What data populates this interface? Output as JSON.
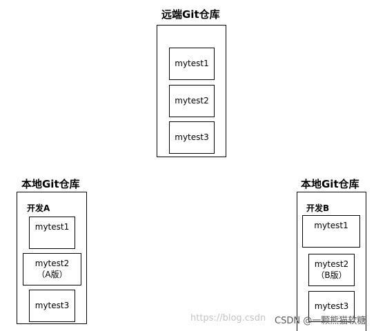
{
  "remote": {
    "title": "远端Git仓库",
    "files": [
      {
        "name": "mytest1"
      },
      {
        "name": "mytest2"
      },
      {
        "name": "mytest3"
      }
    ]
  },
  "local_a": {
    "title": "本地Git仓库",
    "label": "开发A",
    "files": [
      {
        "name": "mytest1",
        "note": ""
      },
      {
        "name": "mytest2",
        "note": "（A版）"
      },
      {
        "name": "mytest3",
        "note": ""
      }
    ]
  },
  "local_b": {
    "title": "本地Git仓库",
    "label": "开发B",
    "files": [
      {
        "name": "mytest1",
        "note": ""
      },
      {
        "name": "mytest2",
        "note": "（B版）"
      },
      {
        "name": "mytest3",
        "note": ""
      }
    ]
  },
  "watermark": {
    "url": "https://blog.csdn",
    "brand": "CSDN @一颗熊猫软糖"
  }
}
